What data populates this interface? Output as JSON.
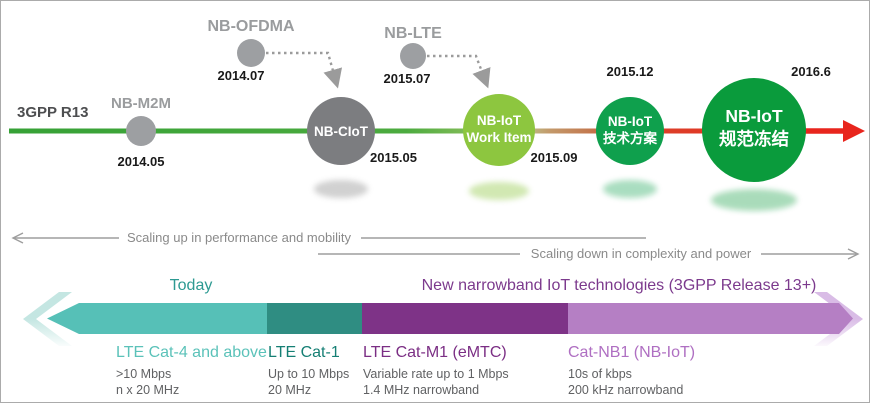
{
  "timeline": {
    "release_label": "3GPP R13",
    "nodes": [
      {
        "id": "nb-m2m",
        "label": "NB-M2M",
        "date": "2014.05"
      },
      {
        "id": "nb-ofdma",
        "label": "NB-OFDMA",
        "date": "2014.07"
      },
      {
        "id": "nb-ciot",
        "label": "NB-CIoT",
        "date": "2015.05"
      },
      {
        "id": "nb-lte",
        "label": "NB-LTE",
        "date": "2015.07"
      },
      {
        "id": "nb-iot-work-item",
        "label_line1": "NB-IoT",
        "label_line2": "Work Item",
        "date": "2015.09"
      },
      {
        "id": "nb-iot-tech-solution",
        "label_line1": "NB-IoT",
        "label_line2": "技术方案",
        "date": "2015.12"
      },
      {
        "id": "nb-iot-spec-freeze",
        "label_line1": "NB-IoT",
        "label_line2": "规范冻结",
        "date": "2016.6"
      }
    ]
  },
  "scaling": {
    "up_label": "Scaling up in performance and mobility",
    "down_label": "Scaling down in complexity and power"
  },
  "comparison": {
    "today_label": "Today",
    "new_tech_label": "New narrowband IoT technologies (3GPP Release 13+)",
    "segments": [
      {
        "name": "LTE Cat-4 and above",
        "rate": ">10 Mbps",
        "bandwidth": "n x 20 MHz"
      },
      {
        "name": "LTE Cat-1",
        "rate": "Up to 10 Mbps",
        "bandwidth": "20 MHz"
      },
      {
        "name": "LTE Cat-M1 (eMTC)",
        "rate": "Variable rate up to 1 Mbps",
        "bandwidth": "1.4 MHz narrowband"
      },
      {
        "name": "Cat-NB1 (NB-IoT)",
        "rate": "10s of kbps",
        "bandwidth": "200 kHz narrowband"
      }
    ]
  },
  "colors": {
    "gray_node": "#9d9fa2",
    "gray_big": "#7c7d80",
    "green_light": "#8dc63f",
    "green_mid": "#0fa04d",
    "green_dark": "#0a9b3c",
    "timeline_red": "#e8251d",
    "connector_gray": "#9b9b9b",
    "teal": "#56c0b7",
    "teal_dark": "#2f8d82",
    "purple_dark": "#7e3387",
    "purple_light": "#b57fc4",
    "teal_chevron": "#c4e6e2",
    "purple_chevron": "#d9bce6",
    "today_text": "#2d9a92",
    "new_tech_text": "#7c3a8d",
    "spec_text": "#606163",
    "scaling_text": "#8a8a8a"
  }
}
